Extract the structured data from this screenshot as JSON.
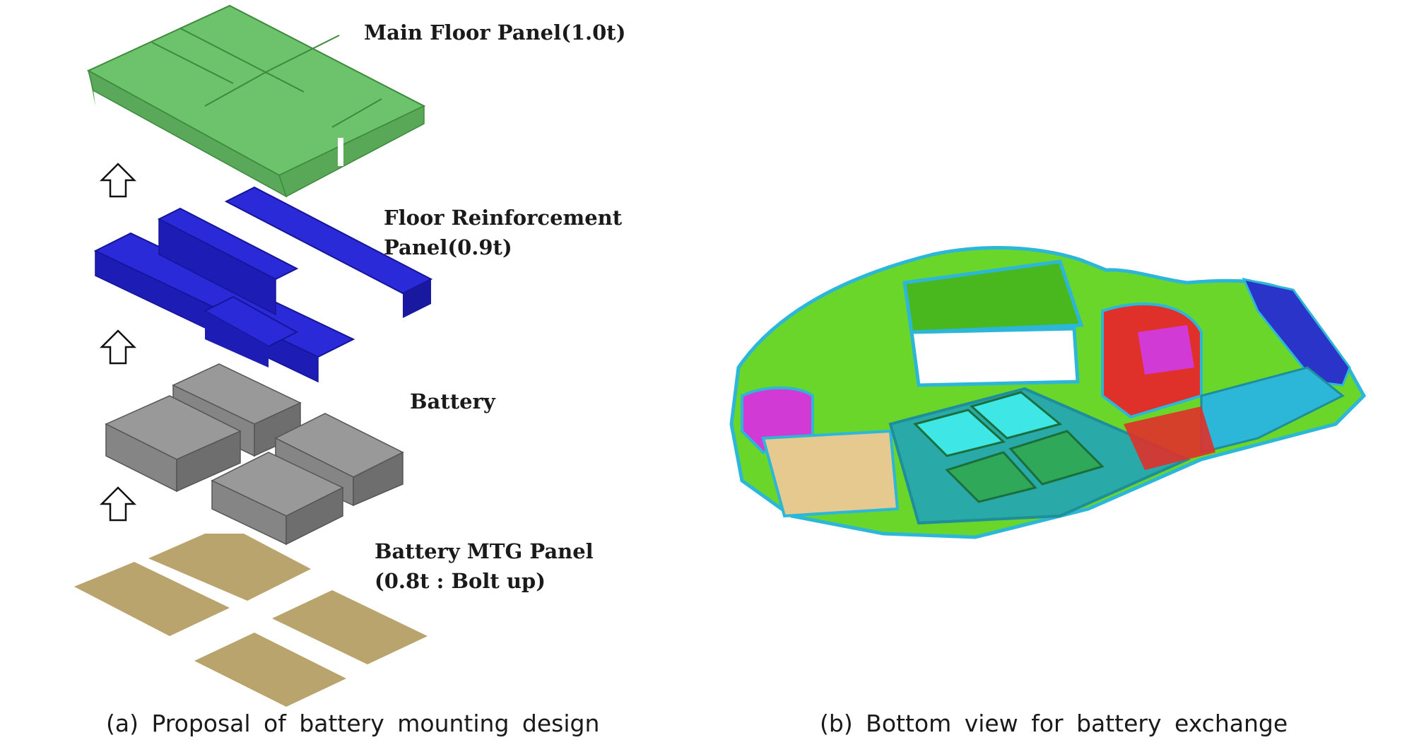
{
  "panel_a": {
    "labels": {
      "main_floor": "Main Floor Panel(1.0t)",
      "floor_reinf_line1": "Floor Reinforcement",
      "floor_reinf_line2": "Panel(0.9t)",
      "battery": "Battery",
      "mtg_line1": "Battery MTG Panel",
      "mtg_line2": "(0.8t : Bolt up)"
    },
    "caption": "(a) Proposal of battery mounting design"
  },
  "panel_b": {
    "caption": "(b) Bottom view for battery exchange"
  },
  "colors": {
    "main_floor": "#6cc36c",
    "reinforcement": "#2323d6",
    "battery": "#8c8c8c",
    "mtg_panel": "#b9a46e",
    "car_green": "#6bd62a",
    "car_cyan": "#2cb6d8",
    "car_red": "#e0302a",
    "car_magenta": "#d23ad6",
    "car_blue": "#2a34c8"
  },
  "icons": [
    "up-arrow-icon",
    "up-arrow-icon",
    "up-arrow-icon"
  ]
}
